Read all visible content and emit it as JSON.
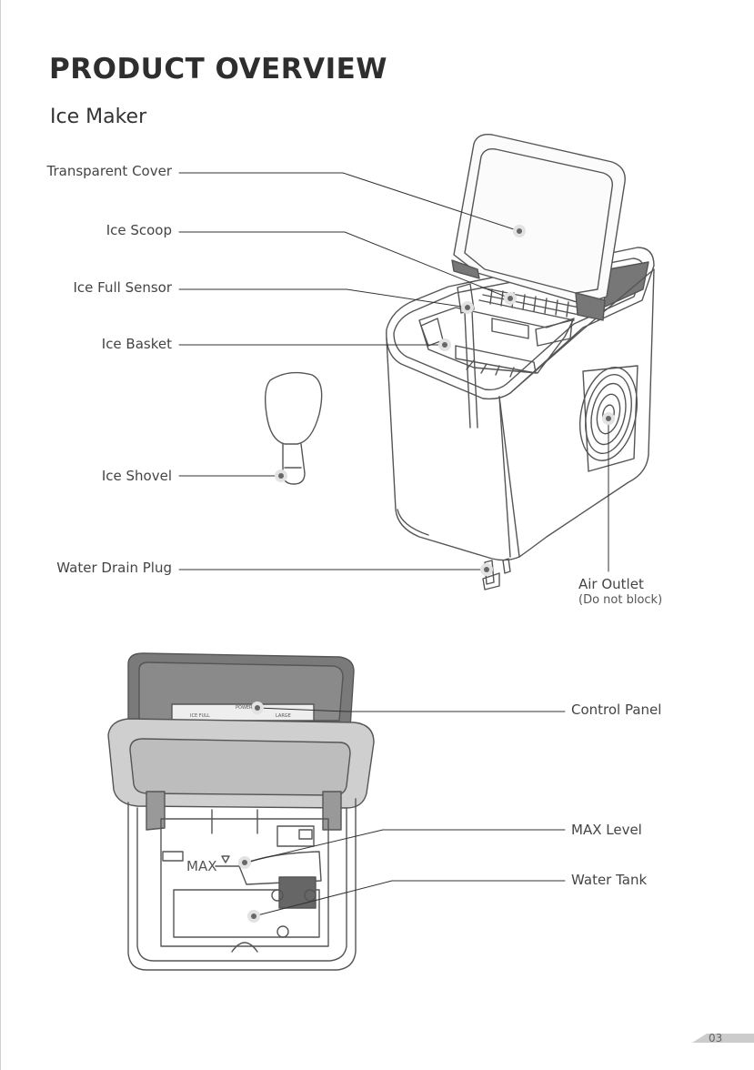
{
  "header": {
    "title": "PRODUCT OVERVIEW",
    "subtitle": "Ice Maker"
  },
  "callouts": {
    "transparent_cover": "Transparent Cover",
    "ice_scoop": "Ice Scoop",
    "ice_full_sensor": "Ice Full Sensor",
    "ice_basket": "Ice Basket",
    "ice_shovel": "Ice Shovel",
    "water_drain_plug": "Water Drain Plug",
    "air_outlet": "Air Outlet",
    "air_outlet_note": "(Do not block)",
    "control_panel": "Control Panel",
    "max_level": "MAX Level",
    "water_tank": "Water Tank"
  },
  "panel_marks": {
    "max": "MAX",
    "ice_full": "ICE FULL",
    "power": "POWER",
    "large": "LARGE"
  },
  "footer": {
    "page_number": "03"
  }
}
